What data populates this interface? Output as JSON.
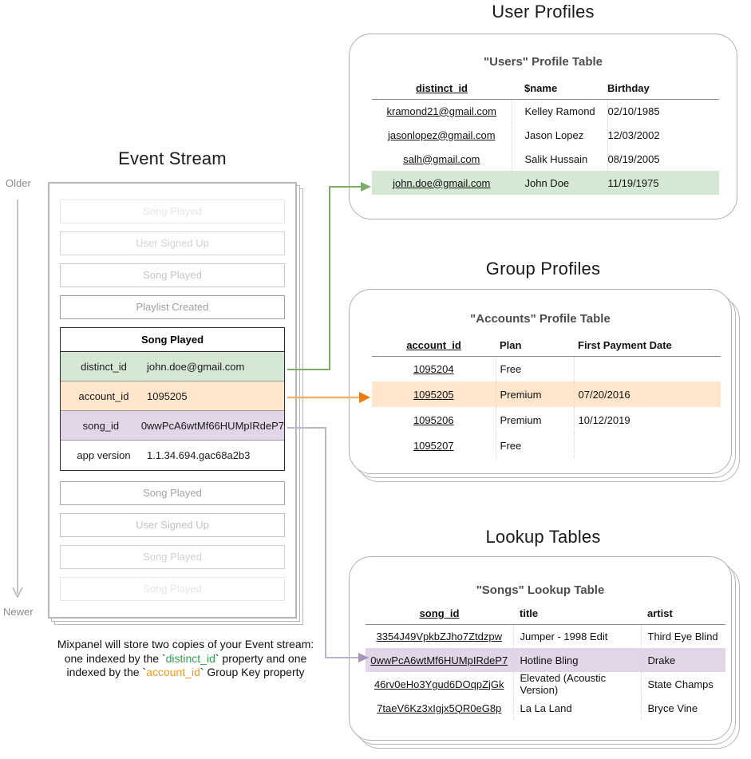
{
  "colors": {
    "green_highlight": "#d5e8d4",
    "orange_highlight": "#ffe6cc",
    "purple_highlight": "#e1d5e7",
    "green_arrow": "#7fab68",
    "orange_arrow": "#f0b26e",
    "orange_arrowhead": "#e87c16",
    "purple_arrow": "#bfb1d1",
    "purple_arrowhead": "#a294ba",
    "caption_green": "#2f9e4f",
    "caption_orange": "#f59822"
  },
  "event_stream": {
    "title": "Event Stream",
    "older_label": "Older",
    "newer_label": "Newer",
    "events_before": [
      "Song Played",
      "User Signed Up",
      "Song Played",
      "Playlist Created"
    ],
    "expanded_event": {
      "name": "Song Played",
      "properties": [
        {
          "key": "distinct_id",
          "value": "john.doe@gmail.com"
        },
        {
          "key": "account_id",
          "value": "1095205"
        },
        {
          "key": "song_id",
          "value": "0wwPcA6wtMf66HUMpIRdeP7"
        },
        {
          "key": "app version",
          "value": "1.1.34.694.gac68a2b3"
        }
      ]
    },
    "events_after": [
      "Song Played",
      "User Signed Up",
      "Song Played",
      "Song Played"
    ]
  },
  "user_profiles": {
    "section_title": "User Profiles",
    "table_title": "\"Users\" Profile Table",
    "columns": [
      "distinct_id",
      "$name",
      "Birthday"
    ],
    "rows": [
      [
        "kramond21@gmail.com",
        "Kelley Ramond",
        "02/10/1985"
      ],
      [
        "jasonlopez@gmail.com",
        "Jason Lopez",
        "12/03/2002"
      ],
      [
        "salh@gmail.com",
        "Salik Hussain",
        "08/19/2005"
      ],
      [
        "john.doe@gmail.com",
        "John Doe",
        "11/19/1975"
      ]
    ],
    "highlighted_row_index": 3
  },
  "group_profiles": {
    "section_title": "Group Profiles",
    "table_title": "\"Accounts\" Profile Table",
    "columns": [
      "account_id",
      "Plan",
      "First Payment Date"
    ],
    "rows": [
      [
        "1095204",
        "Free",
        ""
      ],
      [
        "1095205",
        "Premium",
        "07/20/2016"
      ],
      [
        "1095206",
        "Premium",
        "10/12/2019"
      ],
      [
        "1095207",
        "Free",
        ""
      ]
    ],
    "highlighted_row_index": 1
  },
  "lookup_tables": {
    "section_title": "Lookup Tables",
    "table_title": "\"Songs\" Lookup Table",
    "columns": [
      "song_id",
      "title",
      "artist"
    ],
    "rows": [
      [
        "3354J49VpkbZJho7Ztdzpw",
        "Jumper - 1998 Edit",
        "Third Eye Blind"
      ],
      [
        "0wwPcA6wtMf6HUMpIRdeP7",
        "Hotline Bling",
        "Drake"
      ],
      [
        "46rv0eHo3Ygud6DOqpZjGk",
        "Elevated (Acoustic Version)",
        "State Champs"
      ],
      [
        "7taeV6Kz3xIgjx5QR0eG8p",
        "La La Land",
        "Bryce Vine"
      ]
    ],
    "highlighted_row_index": 1
  },
  "caption": {
    "line1": "Mixpanel will store two copies of your Event stream:",
    "line2_pre": "one indexed by the `",
    "line2_code": "distinct_id",
    "line2_post": "` property and one",
    "line3_pre": "indexed by the `",
    "line3_code": "account_id",
    "line3_post": "` Group Key property"
  }
}
